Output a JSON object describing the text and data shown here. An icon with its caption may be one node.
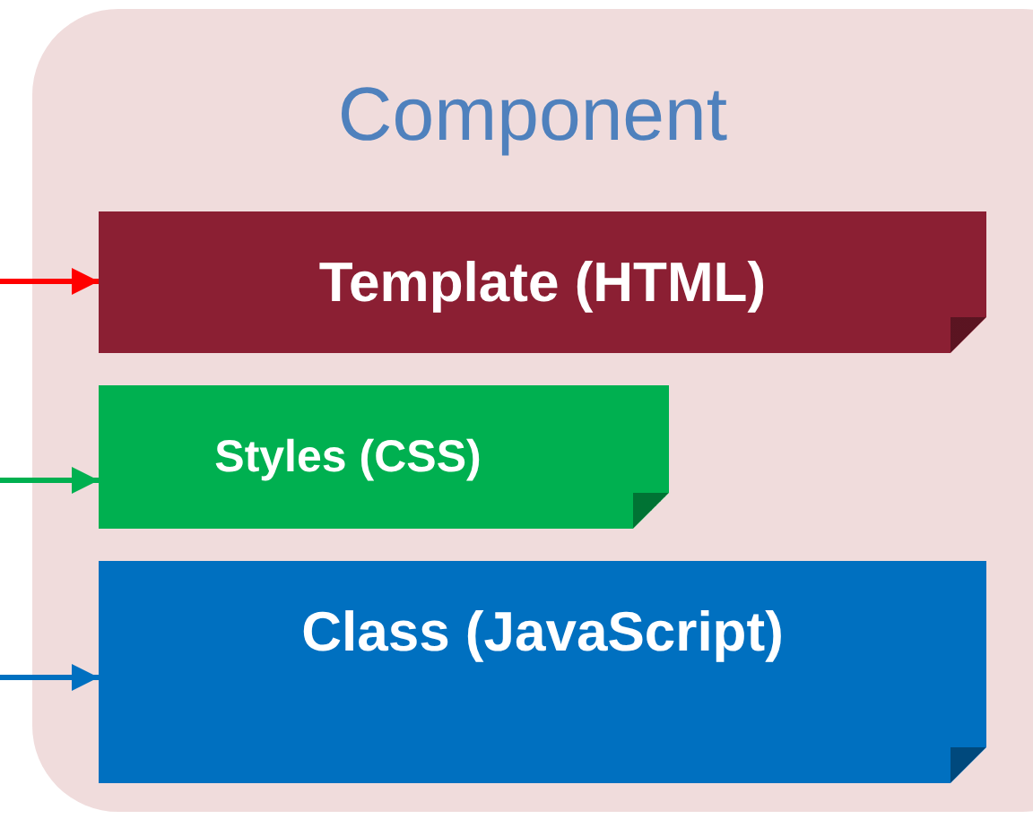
{
  "diagram": {
    "nodes": [
      {
        "text": [
          "Component"
        ]
      },
      {
        "text": [
          "Template (HTML)"
        ],
        "in": 0
      },
      {
        "text": [
          "Styles (CSS)"
        ],
        "in": 0
      },
      {
        "text": [
          "Class (JavaScript)"
        ],
        "in": 0
      }
    ],
    "edges": [
      {
        "from": null,
        "to": 1,
        "arrow": "to",
        "color": "#ff0000"
      },
      {
        "from": null,
        "to": 2,
        "arrow": "to",
        "color": "#00b050"
      },
      {
        "from": null,
        "to": 3,
        "arrow": "to",
        "color": "#0070c0"
      }
    ]
  }
}
